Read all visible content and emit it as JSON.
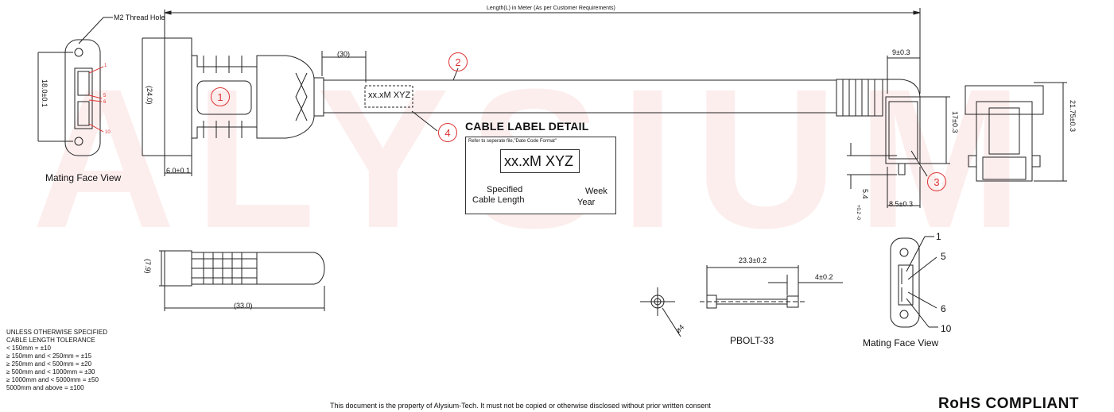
{
  "watermark": "ALYSIUM",
  "dimensions": {
    "length": "Length(L) in Meter (As per Customer Requirements)",
    "thirty": "(30)",
    "twenty_four": "(24.0)",
    "eighteen": "18.0±0.1",
    "six": "6.0±0.1",
    "seven_nine": "(7.9)",
    "thirty_three": "(33.0)",
    "nine": "9±0.3",
    "seventeen": "17±0.3",
    "twenty_one": "21.75±0.3",
    "eight_five": "8.5±0.3",
    "five_four": "5.4",
    "five_four_tol": "+0.2\n-0",
    "twenty_three": "23.3±0.2",
    "four": "4±0.2",
    "phi_four": "ø4"
  },
  "labels": {
    "m2_hole": "M2 Thread Hole",
    "mating_face_left": "Mating Face View",
    "mating_face_right": "Mating Face View",
    "pbolt": "PBOLT-33",
    "cable_print": "xx.xM  XYZ",
    "cable_label_title": "CABLE LABEL DETAIL",
    "refer_note": "Refer to seperate file,\"Date Code Format\"",
    "label_code": "xx.xM  XYZ",
    "specified": "Specified",
    "cable_length": "Cable Length",
    "week": "Week",
    "year": "Year",
    "rohs": "RoHS COMPLIANT",
    "property": "This document is the property of Alysium-Tech. It must not be copied or otherwise disclosed without prior written consent"
  },
  "callouts": [
    "1",
    "2",
    "3",
    "4"
  ],
  "pins_left": [
    "1",
    "5",
    "6",
    "10"
  ],
  "pins_right": [
    "1",
    "5",
    "6",
    "10"
  ],
  "notes": [
    "UNLESS OTHERWISE SPECIFIED",
    "CABLE LENGTH TOLERANCE",
    "< 150mm = ±10",
    "≥ 150mm and < 250mm = ±15",
    "≥ 250mm and < 500mm = ±20",
    "≥ 500mm and < 1000mm = ±30",
    "≥ 1000mm and < 5000mm = ±50",
    "5000mm and above = ±100"
  ],
  "colors": {
    "callout": "#dd3333",
    "watermark": "#e64646",
    "line": "#222222"
  }
}
